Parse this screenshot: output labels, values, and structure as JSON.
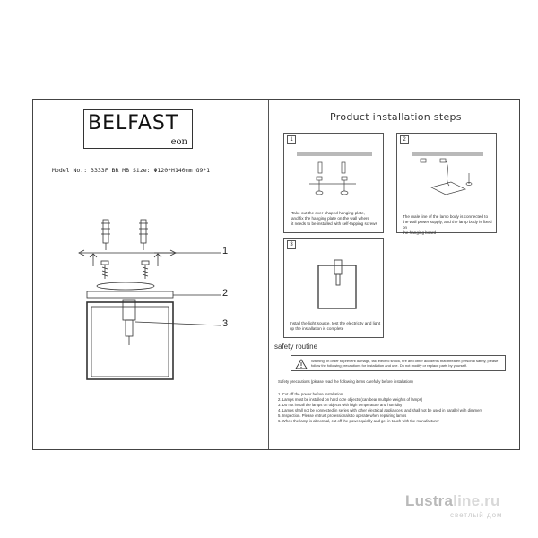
{
  "brand": {
    "name": "BELFAST",
    "sub": "eon"
  },
  "model_line": "Model No.: 3333F BR MB  Size: Φ120*H140mm   G9*1",
  "callouts": [
    "1",
    "2",
    "3"
  ],
  "install": {
    "title": "Product installation steps",
    "steps": [
      {
        "num": "1",
        "text": [
          "Take out the over-shaped hanging plate,",
          "and fix the hanging plate on the wall where",
          "it needs to be installed with self-tapping screws"
        ]
      },
      {
        "num": "2",
        "text": [
          "The male line of the lamp body is connected to",
          "the wall power supply, and the lamp body is fixed on",
          "the hanging board"
        ]
      },
      {
        "num": "3",
        "text": [
          "Install the light source, test the electricity and light",
          "up the installation is complete"
        ]
      }
    ]
  },
  "safety": {
    "title": "safety routine",
    "warning_lines": [
      "Warning: In order to prevent damage, fall, electric shock, fire and other accidents that threaten personal safety, please",
      "follow the following precautions for installation and use. Do not modify or replace parts by yourself."
    ],
    "precautions_head": "Safety precautions (please read the following items carefully before installation)",
    "precautions": [
      "1. Cut off the power before installation",
      "2. Lamps must be installed on hard core objects (can bear multiple weights of lamps)",
      "3. Do not install the lamps on objects with high temperature and humidity",
      "4. Lamps shall not be connected in series with other electrical appliances, and shall not be used in parallel with dimmers",
      "5. Inspection. Please entrust professionals to operate when repairing lamps",
      "6. When the lamp is abnormal, cut off the power quickly and get in touch with the manufacturer"
    ]
  },
  "watermark": {
    "main": "Lustra",
    "tail": "line.ru",
    "sub": "светлый дом"
  },
  "colors": {
    "line": "#333333",
    "watermark": "#b9b9b9"
  }
}
